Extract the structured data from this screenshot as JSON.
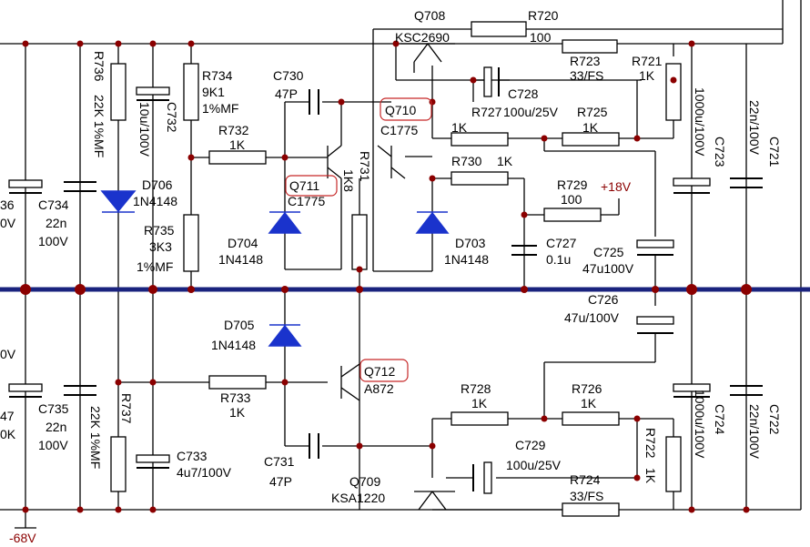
{
  "colors": {
    "rail": "#1a237e",
    "junction": "#8b0000",
    "highlight": "#c62828",
    "voltage": "#8b0000",
    "diode": "#1a33cc"
  },
  "rails": {
    "positive": "+18V",
    "negative": "-68V"
  },
  "highlighted": [
    "Q710",
    "Q711",
    "Q712"
  ],
  "components": {
    "Q708": {
      "ref": "Q708",
      "part": "KSC2690"
    },
    "Q709": {
      "ref": "Q709",
      "part": "KSA1220"
    },
    "Q710": {
      "ref": "Q710",
      "part": "C1775"
    },
    "Q711": {
      "ref": "Q711",
      "part": "C1775"
    },
    "Q712": {
      "ref": "Q712",
      "part": "A872"
    },
    "R720": {
      "ref": "R720",
      "value": "100"
    },
    "R721": {
      "ref": "R721",
      "value": "1K"
    },
    "R722": {
      "ref": "R722",
      "value": "1K"
    },
    "R723": {
      "ref": "R723",
      "value": "33/FS"
    },
    "R724": {
      "ref": "R724",
      "value": "33/FS"
    },
    "R725": {
      "ref": "R725",
      "value": "1K"
    },
    "R726": {
      "ref": "R726",
      "value": "1K"
    },
    "R727": {
      "ref": "R727",
      "value": "1K"
    },
    "R728": {
      "ref": "R728",
      "value": "1K"
    },
    "R729": {
      "ref": "R729",
      "value": "100"
    },
    "R730": {
      "ref": "R730",
      "value": "1K"
    },
    "R731": {
      "ref": "R731",
      "value": "1K8"
    },
    "R732": {
      "ref": "R732",
      "value": "1K"
    },
    "R733": {
      "ref": "R733",
      "value": "1K"
    },
    "R734": {
      "ref": "R734",
      "value": "9K1",
      "extra": "1%MF"
    },
    "R735": {
      "ref": "R735",
      "value": "3K3",
      "extra": "1%MF"
    },
    "R736": {
      "ref": "R736",
      "value": "22K 1%MF"
    },
    "R737": {
      "ref": "R737",
      "value": "22K 1%MF"
    },
    "C721": {
      "ref": "C721",
      "value": "22n/100V"
    },
    "C722": {
      "ref": "C722",
      "value": "22n/100V"
    },
    "C723": {
      "ref": "C723",
      "value": "1000u/100V"
    },
    "C724": {
      "ref": "C724",
      "value": "1000u/100V"
    },
    "C725": {
      "ref": "C725",
      "value": "47u100V"
    },
    "C726": {
      "ref": "C726",
      "value": "47u/100V"
    },
    "C727": {
      "ref": "C727",
      "value": "0.1u"
    },
    "C728": {
      "ref": "C728",
      "value": "100u/25V"
    },
    "C729": {
      "ref": "C729",
      "value": "100u/25V"
    },
    "C730": {
      "ref": "C730",
      "value": "47P"
    },
    "C731": {
      "ref": "C731",
      "value": "47P"
    },
    "C732": {
      "ref": "C732",
      "value": "10u/100V"
    },
    "C733": {
      "ref": "C733",
      "value": "4u7/100V"
    },
    "C734": {
      "ref": "C734",
      "value": "22n",
      "value2": "100V"
    },
    "C735": {
      "ref": "C735",
      "value": "22n",
      "value2": "100V"
    },
    "D703": {
      "ref": "D703",
      "part": "1N4148"
    },
    "D704": {
      "ref": "D704",
      "part": "1N4148"
    },
    "D705": {
      "ref": "D705",
      "part": "1N4148"
    },
    "D706": {
      "ref": "D706",
      "part": "1N4148"
    }
  },
  "edge_fragments": {
    "top_left_1": "36",
    "top_left_2": "0V",
    "bottom_left_1": "0V",
    "bottom_left_2": "47",
    "bottom_left_3": "0K"
  }
}
